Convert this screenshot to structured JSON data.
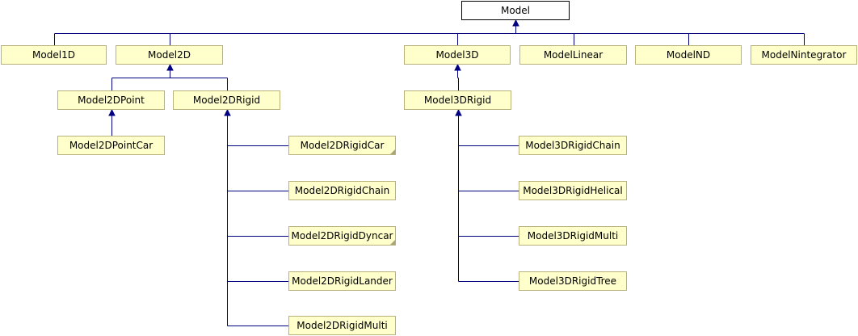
{
  "diagram": {
    "line_color": "#000080",
    "node_fill": "#ffffcc",
    "node_border": "#b8b27a",
    "root_fill": "#ffffff",
    "nodes": {
      "model": "Model",
      "model1d": "Model1D",
      "model2d": "Model2D",
      "model3d": "Model3D",
      "modellinear": "ModelLinear",
      "modelnd": "ModelND",
      "modelnintegrator": "ModelNintegrator",
      "model2dpoint": "Model2DPoint",
      "model2drigid": "Model2DRigid",
      "model3drigid": "Model3DRigid",
      "model2dpointcar": "Model2DPointCar",
      "model2drigidcar": "Model2DRigidCar",
      "model2drigidchain": "Model2DRigidChain",
      "model2drigiddyncar": "Model2DRigidDyncar",
      "model2drigidlander": "Model2DRigidLander",
      "model2drigidmulti": "Model2DRigidMulti",
      "model3drigidchain": "Model3DRigidChain",
      "model3drigidhelical": "Model3DRigidHelical",
      "model3drigidmulti": "Model3DRigidMulti",
      "model3drigidtree": "Model3DRigidTree"
    },
    "edges": [
      [
        "model1d",
        "model"
      ],
      [
        "model2d",
        "model"
      ],
      [
        "model3d",
        "model"
      ],
      [
        "modellinear",
        "model"
      ],
      [
        "modelnd",
        "model"
      ],
      [
        "modelnintegrator",
        "model"
      ],
      [
        "model2dpoint",
        "model2d"
      ],
      [
        "model2drigid",
        "model2d"
      ],
      [
        "model2dpointcar",
        "model2dpoint"
      ],
      [
        "model2drigidcar",
        "model2drigid"
      ],
      [
        "model2drigidchain",
        "model2drigid"
      ],
      [
        "model2drigiddyncar",
        "model2drigid"
      ],
      [
        "model2drigidlander",
        "model2drigid"
      ],
      [
        "model2drigidmulti",
        "model2drigid"
      ],
      [
        "model3drigid",
        "model3d"
      ],
      [
        "model3drigidchain",
        "model3drigid"
      ],
      [
        "model3drigidhelical",
        "model3drigid"
      ],
      [
        "model3drigidmulti",
        "model3drigid"
      ],
      [
        "model3drigidtree",
        "model3drigid"
      ]
    ]
  }
}
